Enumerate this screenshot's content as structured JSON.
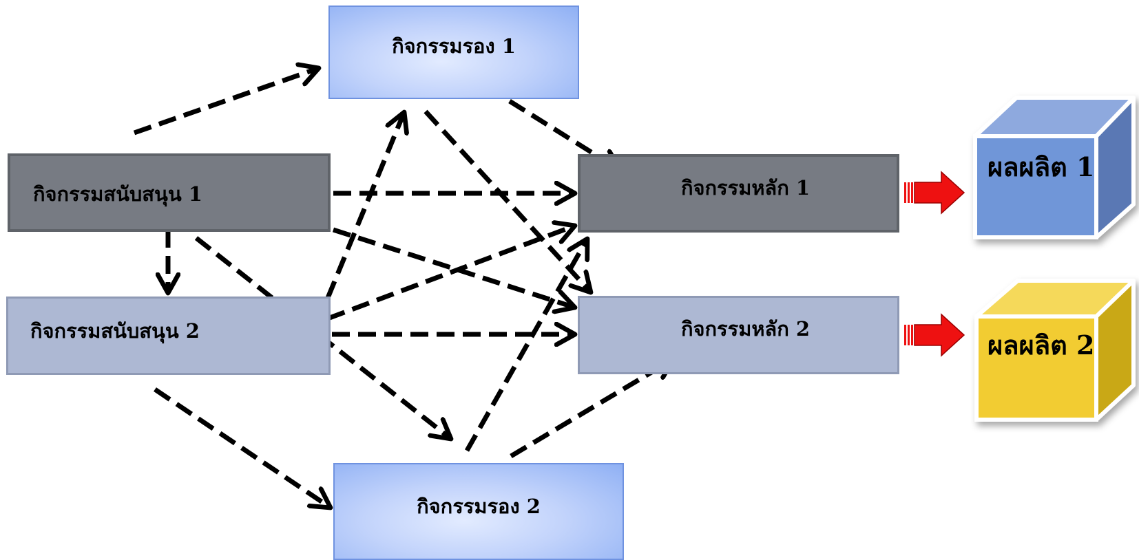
{
  "nodes": {
    "sub1": "กิจกรรมรอง 1",
    "sub2": "กิจกรรมรอง 2",
    "support1": "กิจกรรมสนับสนุน 1",
    "support2": "กิจกรรมสนับสนุน 2",
    "main1": "กิจกรรมหลัก 1",
    "main2": "กิจกรรมหลัก 2"
  },
  "outputs": {
    "product1": "ผลผลิต 1",
    "product2": "ผลผลิต 2"
  },
  "colors": {
    "dark_box": "#777b83",
    "light_box": "#adb8d3",
    "sub_box": "#c2d3fb",
    "cube1": "#7096d8",
    "cube2": "#f2cc30",
    "output_arrow": "#ee1111"
  }
}
